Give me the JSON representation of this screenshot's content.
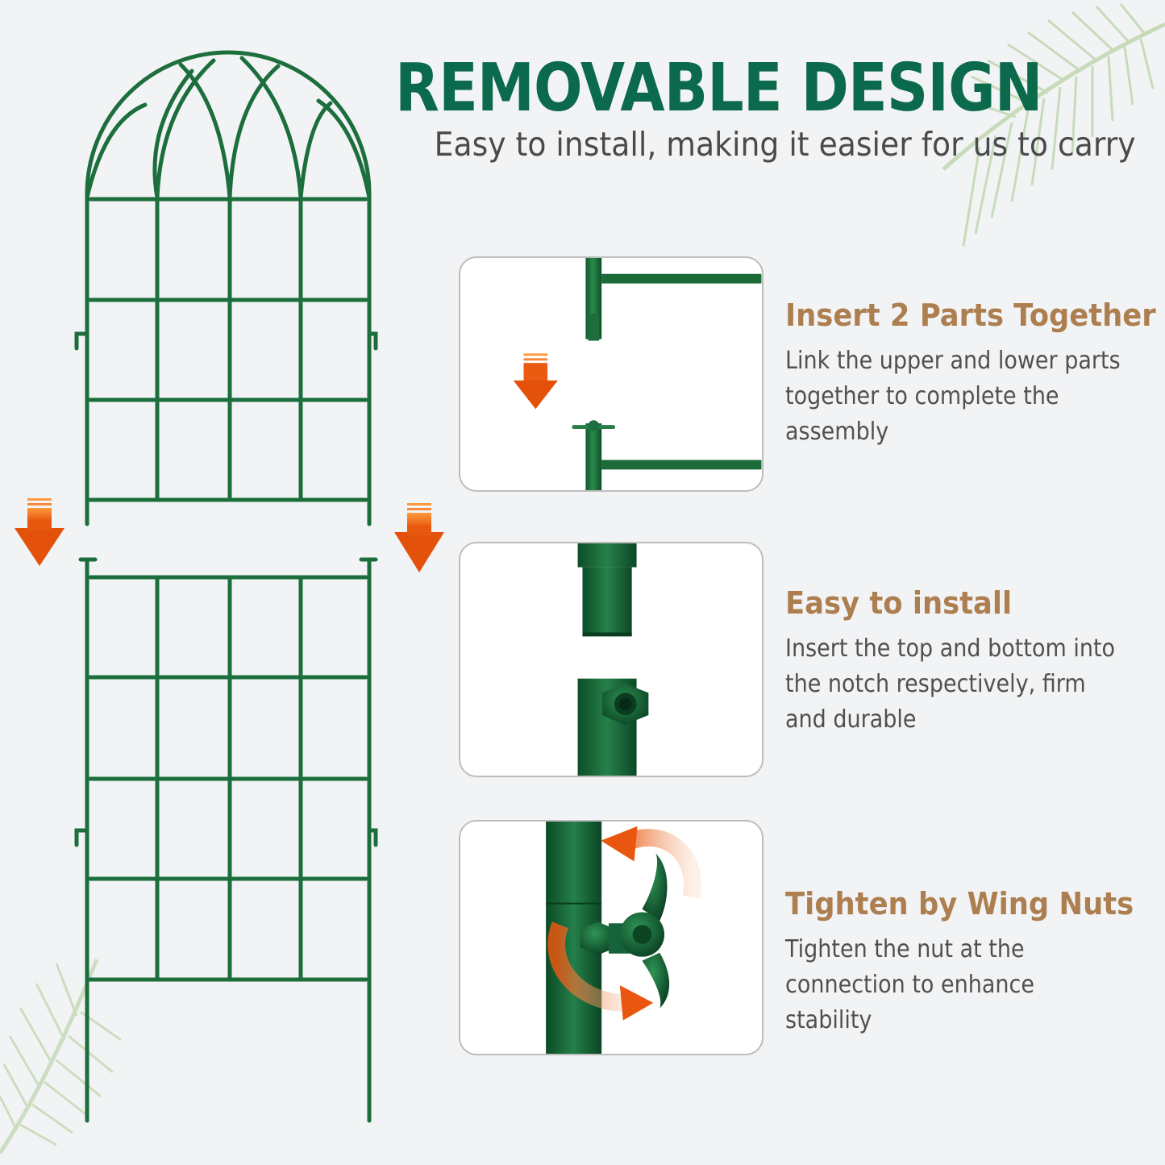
{
  "header": {
    "title": "REMOVABLE DESIGN",
    "subtitle": "Easy to install, making it easier for us to carry"
  },
  "features": [
    {
      "title": "Insert 2 Parts Together",
      "description": "Link the upper and lower parts together to complete the assembly"
    },
    {
      "title": "Easy to install",
      "description": "Insert the top and bottom into the notch respectively, firm and durable"
    },
    {
      "title": "Tighten by Wing Nuts",
      "description": "Tighten the nut at the connection to enhance stability"
    }
  ],
  "colors": {
    "brand_green": "#0b6a4c",
    "trellis_green": "#1c6e3c",
    "title_brown": "#ad7f50",
    "arrow_orange": "#e8560f",
    "background": "#f2f3f5"
  },
  "icons": [
    "down-arrow-icon",
    "rotate-arrow-icon",
    "palm-leaf-decoration"
  ]
}
